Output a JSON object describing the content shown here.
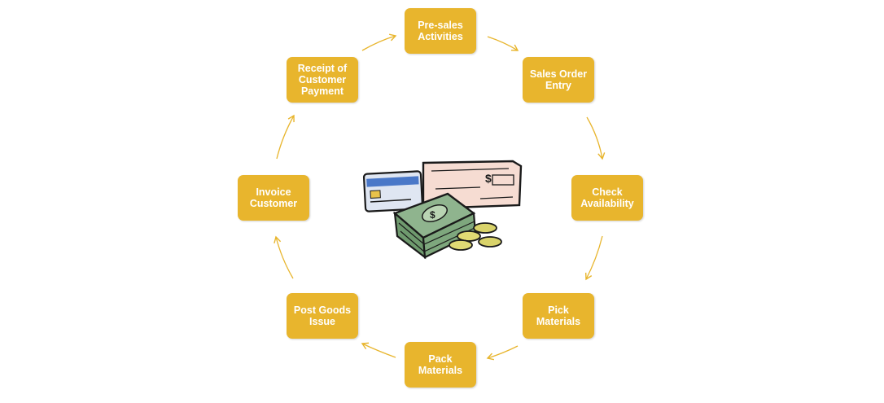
{
  "diagram": {
    "type": "cycle",
    "colors": {
      "box": "#e8b52d",
      "text": "#ffffff",
      "arrow": "#e8b52d"
    },
    "clipart_icon": "money-payment-icon",
    "steps": [
      {
        "id": "pre-sales",
        "label": "Pre-sales\nActivities"
      },
      {
        "id": "sales-order",
        "label": "Sales Order\nEntry"
      },
      {
        "id": "check-availability",
        "label": "Check\nAvailability"
      },
      {
        "id": "pick-materials",
        "label": "Pick\nMaterials"
      },
      {
        "id": "pack-materials",
        "label": "Pack\nMaterials"
      },
      {
        "id": "post-goods-issue",
        "label": "Post Goods\nIssue"
      },
      {
        "id": "invoice-customer",
        "label": "Invoice\nCustomer"
      },
      {
        "id": "receipt-payment",
        "label": "Receipt of\nCustomer\nPayment"
      }
    ]
  }
}
